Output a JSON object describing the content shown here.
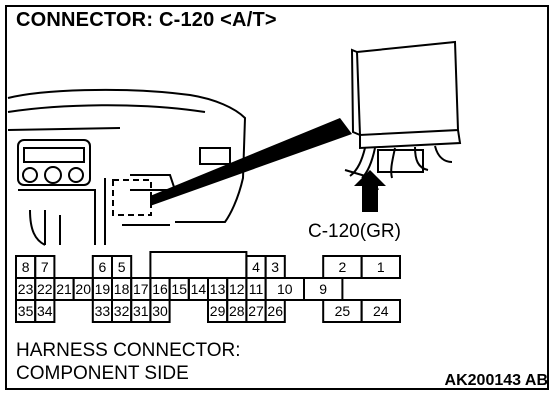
{
  "title": "CONNECTOR: C-120 <A/T>",
  "connector_label": "C-120(GR)",
  "harness_line1": "HARNESS CONNECTOR:",
  "harness_line2": "COMPONENT SIDE",
  "figure_code": "AK200143 AB",
  "pins": {
    "top_row": [
      "8",
      "7",
      "6",
      "5",
      "4",
      "3",
      "2",
      "1"
    ],
    "middle_row": [
      "23",
      "22",
      "21",
      "20",
      "19",
      "18",
      "17",
      "16",
      "15",
      "14",
      "13",
      "12",
      "11",
      "10",
      "9"
    ],
    "bottom_row": [
      "35",
      "34",
      "33",
      "32",
      "31",
      "30",
      "29",
      "28",
      "27",
      "26",
      "25",
      "24"
    ]
  }
}
